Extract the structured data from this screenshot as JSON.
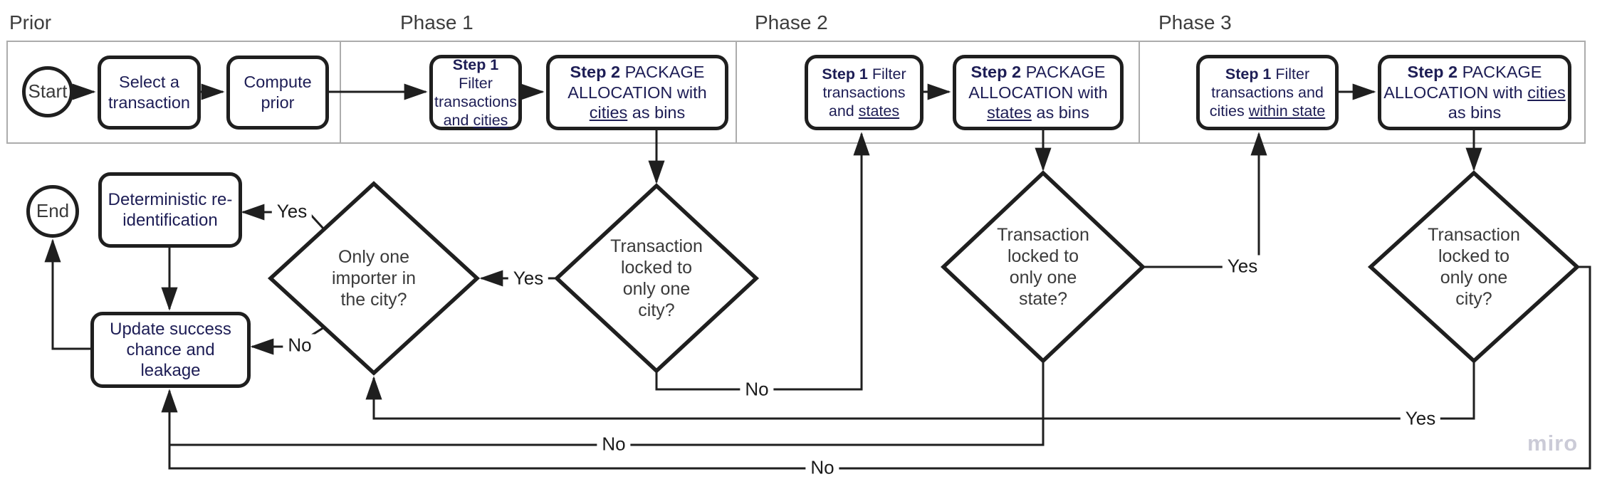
{
  "colors": {
    "node_text": "#1d1d55",
    "shape_stroke": "#1f1f1f",
    "diamond_text": "#3a3a3a",
    "edge_label_text": "#1b1b1b",
    "frame_border": "#acacac",
    "lane_title_text": "#3d3d3d",
    "watermark": "#cbcbd7"
  },
  "lanes": [
    {
      "label": "Prior"
    },
    {
      "label": "Phase 1"
    },
    {
      "label": "Phase 2"
    },
    {
      "label": "Phase 3"
    }
  ],
  "nodes": {
    "start": {
      "label": "Start"
    },
    "end": {
      "label": "End"
    },
    "select_transaction": {
      "segments": [
        {
          "text": "Select a transaction"
        }
      ]
    },
    "compute_prior": {
      "segments": [
        {
          "text": "Compute prior"
        }
      ]
    },
    "phase1_step1": {
      "segments": [
        {
          "text": "Step 1",
          "bold": true
        },
        {
          "text": " Filter transactions and "
        },
        {
          "text": "cities",
          "underline": true
        }
      ]
    },
    "phase1_step2": {
      "segments": [
        {
          "text": "Step 2",
          "bold": true
        },
        {
          "text": " PACKAGE ALLOCATION with "
        },
        {
          "text": "cities",
          "underline": true
        },
        {
          "text": " as bins"
        }
      ]
    },
    "phase2_step1": {
      "segments": [
        {
          "text": "Step 1",
          "bold": true
        },
        {
          "text": " Filter transactions and "
        },
        {
          "text": "states",
          "underline": true
        }
      ]
    },
    "phase2_step2": {
      "segments": [
        {
          "text": "Step 2",
          "bold": true
        },
        {
          "text": " PACKAGE ALLOCATION with "
        },
        {
          "text": "states",
          "underline": true
        },
        {
          "text": " as bins"
        }
      ]
    },
    "phase3_step1": {
      "segments": [
        {
          "text": "Step 1",
          "bold": true
        },
        {
          "text": " Filter transactions and cities "
        },
        {
          "text": "within state",
          "underline": true
        }
      ]
    },
    "phase3_step2": {
      "segments": [
        {
          "text": "Step 2",
          "bold": true
        },
        {
          "text": " PACKAGE ALLOCATION with "
        },
        {
          "text": "cities",
          "underline": true
        },
        {
          "text": " as bins"
        }
      ]
    },
    "deterministic": {
      "segments": [
        {
          "text": "Deterministic re-identification"
        }
      ]
    },
    "update_success": {
      "segments": [
        {
          "text": "Update success chance and leakage"
        }
      ]
    },
    "decision_only_one_importer": {
      "text": "Only one importer in the city?"
    },
    "decision_locked_one_city_p1": {
      "text": "Transaction locked to only one city?"
    },
    "decision_locked_one_state": {
      "text": "Transaction locked to only one state?"
    },
    "decision_locked_one_city_p3": {
      "text": "Transaction locked to only one city?"
    }
  },
  "edge_labels": {
    "city_to_importer_yes": "Yes",
    "city_no_to_phase2": "No",
    "importer_yes_to_deterministic": "Yes",
    "importer_no_to_update": "No",
    "state_yes_to_phase3": "Yes",
    "p3_city_yes_to_importer": "Yes",
    "state_no_to_update": "No",
    "p3_city_no_to_update": "No"
  },
  "watermark": "miro"
}
